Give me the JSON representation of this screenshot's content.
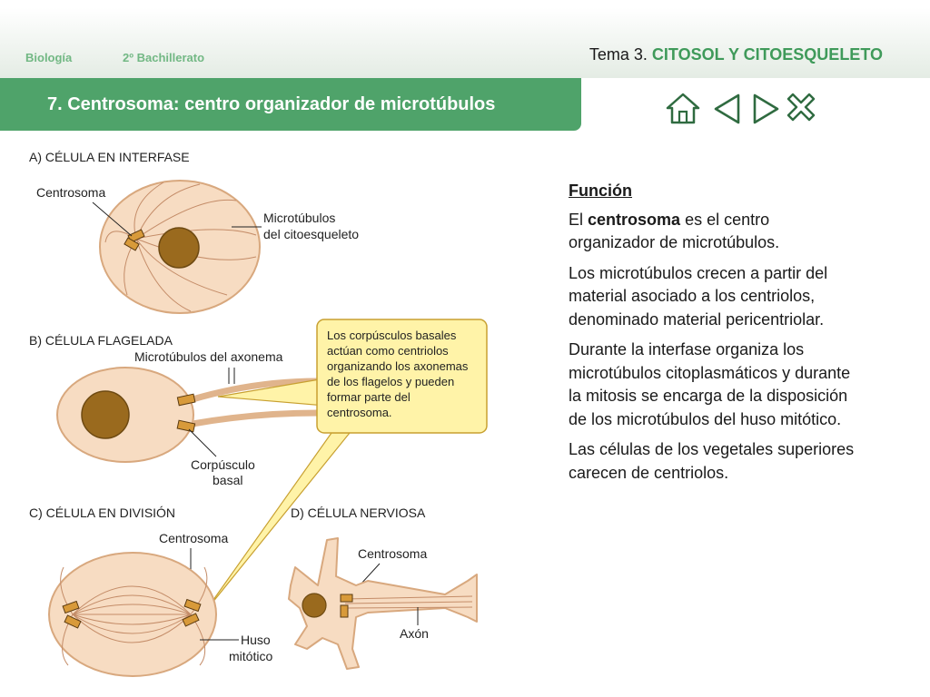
{
  "header": {
    "subject": "Biología",
    "course": "2º Bachillerato",
    "topic_prefix": "Tema 3.",
    "topic_title": "CITOSOL Y CITOESQUELETO"
  },
  "slide": {
    "title": "7. Centrosoma: centro organizador de microtúbulos"
  },
  "nav": {
    "home_icon": "home-icon",
    "prev_icon": "triangle-left-icon",
    "next_icon": "triangle-right-icon",
    "close_icon": "x-close-icon",
    "color": "#3f8f5a"
  },
  "figure": {
    "panel_a": "A) CÉLULA EN INTERFASE",
    "panel_a_centrosome": "Centrosoma",
    "panel_a_microtubules_1": "Microtúbulos",
    "panel_a_microtubules_2": "del citoesqueleto",
    "panel_b": "B) CÉLULA FLAGELADA",
    "panel_b_axoneme": "Microtúbulos del axonema",
    "panel_b_basal_1": "Corpúsculo",
    "panel_b_basal_2": "basal",
    "callout_lines": [
      "Los corpúsculos basales",
      "actúan como centriolos",
      "organizando los axonemas",
      "de los flagelos y pueden",
      "formar parte del",
      "centrosoma."
    ],
    "panel_c": "C) CÉLULA EN DIVISIÓN",
    "panel_c_centrosome": "Centrosoma",
    "panel_c_spindle_1": "Huso",
    "panel_c_spindle_2": "mitótico",
    "panel_d": "D) CÉLULA NERVIOSA",
    "panel_d_centrosome": "Centrosoma",
    "panel_d_axon": "Axón"
  },
  "text": {
    "heading": "Función",
    "p1_pre": "El ",
    "p1_bold": "centrosoma",
    "p1_post": " es el centro organizador de microtúbulos.",
    "p2": "Los microtúbulos crecen a partir del material asociado a los centriolos, denominado material pericentriolar.",
    "p3": "Durante la interfase organiza los microtúbulos citoplasmáticos y durante la mitosis se encarga de la disposición de los microtúbulos del huso mitótico.",
    "p4": "Las células de los vegetales superiores carecen de centriolos."
  },
  "colors": {
    "green_title": "#4fa36a",
    "green_text": "#3f9a5a",
    "cell_fill": "#f7dcc2",
    "nucleus": "#9a6a1e",
    "callout": "#fff3a8"
  }
}
